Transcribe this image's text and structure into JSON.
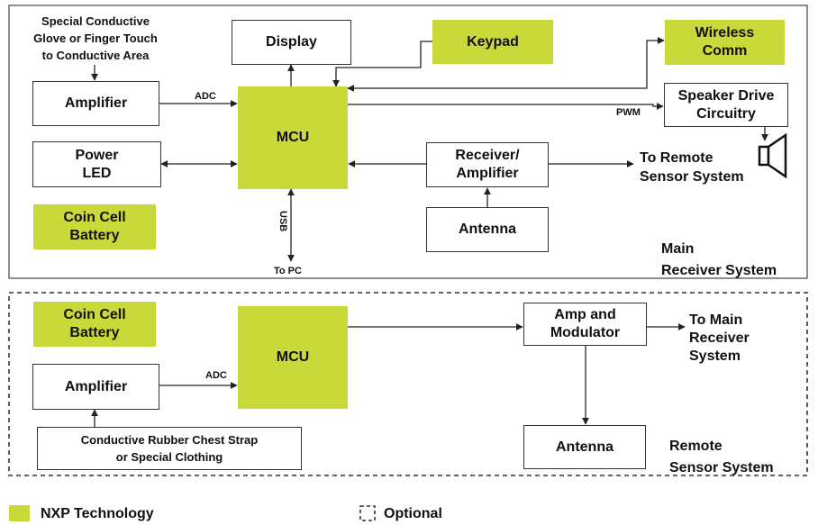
{
  "colors": {
    "nxp_fill": "#c9d93a",
    "line": "#222222"
  },
  "main_system": {
    "title": "Main\nReceiver System",
    "input_note": "Special Conductive\nGlove or Finger Touch\nto Conductive Area",
    "blocks": {
      "amplifier": "Amplifier",
      "display": "Display",
      "keypad": "Keypad",
      "wireless": "Wireless\nComm",
      "mcu": "MCU",
      "speaker_drive": "Speaker Drive\nCircuitry",
      "power_led": "Power\nLED",
      "coin_cell": "Coin Cell\nBattery",
      "receiver_amp": "Receiver/\nAmplifier",
      "antenna": "Antenna"
    },
    "labels": {
      "adc": "ADC",
      "pwm": "PWM",
      "usb": "USB",
      "to_pc": "To PC",
      "to_remote": "To Remote\nSensor System"
    },
    "icons": {
      "speaker": "speaker-icon"
    }
  },
  "remote_system": {
    "title": "Remote\nSensor System",
    "blocks": {
      "coin_cell": "Coin Cell\nBattery",
      "mcu": "MCU",
      "amplifier": "Amplifier",
      "amp_modulator": "Amp and\nModulator",
      "antenna": "Antenna",
      "chest_strap": "Conductive Rubber Chest Strap\nor Special Clothing"
    },
    "labels": {
      "adc": "ADC",
      "to_main": "To Main\nReceiver\nSystem"
    }
  },
  "legend": {
    "nxp": "NXP Technology",
    "optional": "Optional"
  }
}
